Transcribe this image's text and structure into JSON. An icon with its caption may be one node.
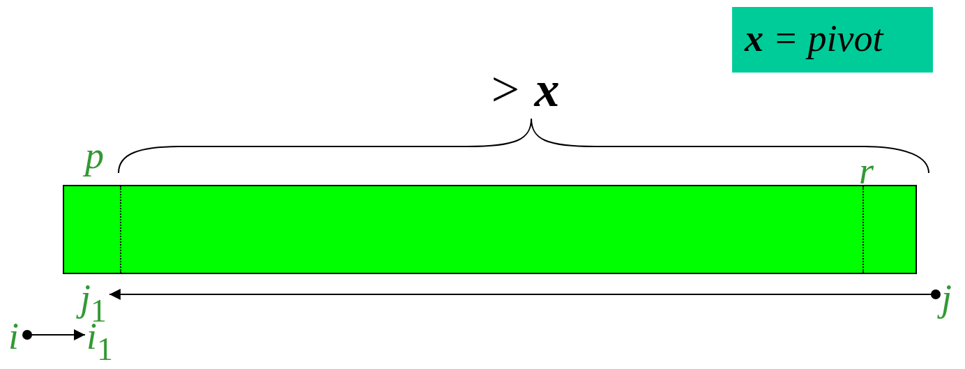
{
  "diagram": {
    "nodes": [
      {
        "text": [
          "**x** = pivot"
        ]
      },
      {
        "text": [],
        "shape": "bar"
      },
      {
        "text": [
          "j$_{1}$"
        ]
      },
      {
        "text": [
          "j"
        ]
      },
      {
        "text": [
          "i"
        ]
      },
      {
        "text": [
          "i$_{1}$"
        ]
      }
    ],
    "edges": [
      {
        "from": 3,
        "to": 2,
        "arrow": "to"
      },
      {
        "from": 4,
        "to": 5,
        "arrow": "to"
      }
    ],
    "labels": [
      "> **x**",
      "p",
      "r"
    ]
  }
}
